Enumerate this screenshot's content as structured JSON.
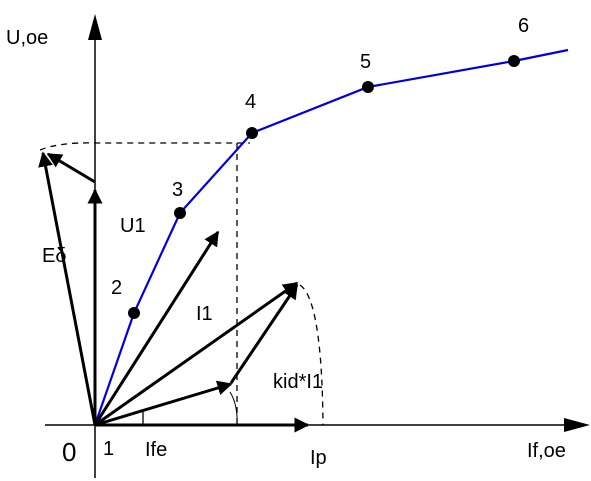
{
  "axes": {
    "y_label": "U,oe",
    "x_label": "If,oe",
    "origin_label": "0"
  },
  "points": [
    {
      "label": "1"
    },
    {
      "label": "2"
    },
    {
      "label": "3"
    },
    {
      "label": "4"
    },
    {
      "label": "5"
    },
    {
      "label": "6"
    }
  ],
  "vectors": {
    "e_delta": "Eδ",
    "u1": "U1",
    "i1": "I1",
    "ife": "Ife",
    "ip": "Ip",
    "kid_i1": "kid*I1"
  },
  "colors": {
    "curve": "#0000dd",
    "ink": "#000000"
  }
}
